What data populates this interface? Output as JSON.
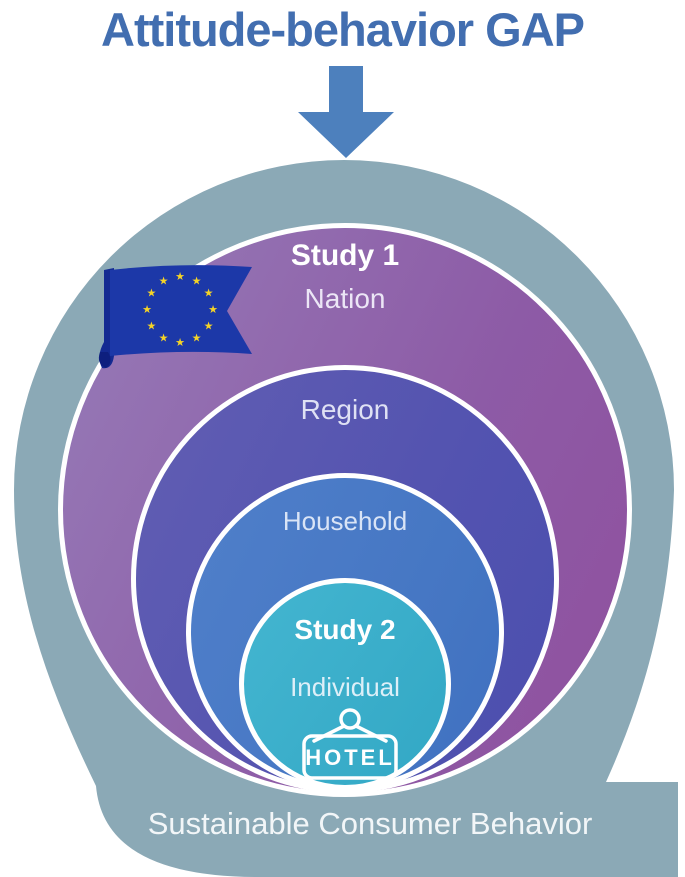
{
  "title": "Attitude-behavior GAP",
  "levels": {
    "nation": {
      "study_label": "Study 1",
      "label": "Nation"
    },
    "region": {
      "label": "Region"
    },
    "household": {
      "label": "Household"
    },
    "individual": {
      "study_label": "Study 2",
      "label": "Individual"
    }
  },
  "outer_ring_label": "Sustainable Consumer Behavior",
  "hotel_sign_label": "HOTEL",
  "icons": {
    "down_arrow": "down-arrow",
    "eu_flag": "eu-flag-banner",
    "eu_star_glyph": "★",
    "hotel_sign": "hotel-hanging-sign"
  },
  "colors": {
    "title_blue": "#426eb0",
    "arrow_blue": "#4d80bd",
    "outer_gray": "#8ba9b6",
    "nation_purple": "#8d5ba6",
    "region_violet": "#5353b0",
    "household_blue": "#4576c3",
    "individual_teal": "#38adc8",
    "eu_flag_blue": "#1c38a8",
    "eu_star_gold": "#f5d327",
    "white_ring": "#ffffff"
  }
}
